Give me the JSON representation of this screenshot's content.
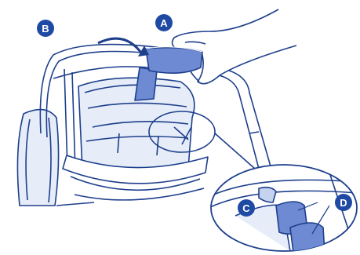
{
  "callouts": {
    "a": "A",
    "b": "B",
    "c": "C",
    "d": "D"
  },
  "colors": {
    "line": "#1d3f8c",
    "fill_light": "#e6edf8",
    "fill_mid": "#c5d3ee",
    "fill_accent": "#6d8ad2",
    "badge": "#1f4aa4"
  }
}
